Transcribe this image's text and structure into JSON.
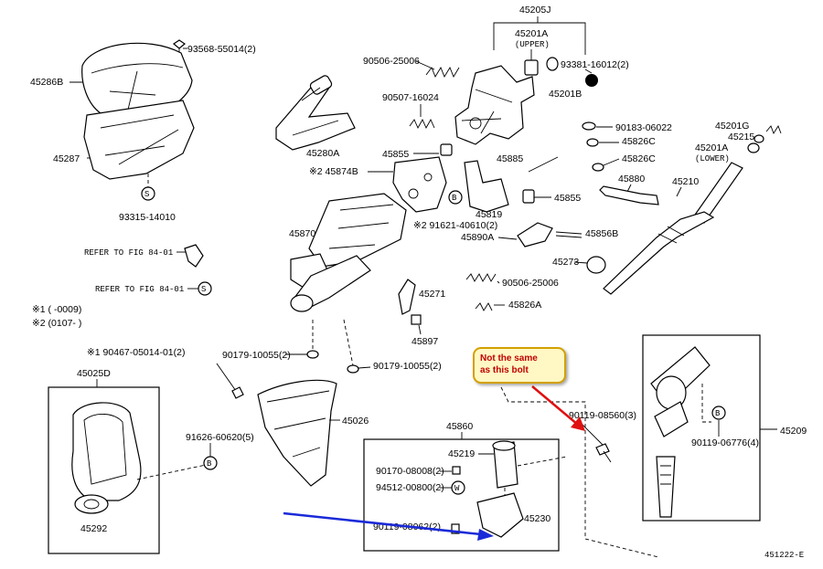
{
  "parts": {
    "p45205J": "45205J",
    "p45201A_upper": "45201A",
    "upper_tag": "(UPPER)",
    "p93381": "93381-16012(2)",
    "p45201B": "45201B",
    "p93568": "93568-55014(2)",
    "p45286B": "45286B",
    "p90506a": "90506-25006",
    "p90507": "90507-16024",
    "p45280A": "45280A",
    "p90183": "90183-06022",
    "p45826C_1": "45826C",
    "p45826C_2": "45826C",
    "p45201G": "45201G",
    "p45215": "45215",
    "p45201A_lower": "45201A",
    "lower_tag": "(LOWER)",
    "p45287": "45287",
    "p45855_1": "45855",
    "p45874B": "※2 45874B",
    "p45885": "45885",
    "p45880": "45880",
    "p45210": "45210",
    "p93315": "93315-14010",
    "p45855_2": "45855",
    "p45819": "45819",
    "p91621": "※2 91621-40610(2)",
    "p45870": "45870",
    "p45890A": "45890A",
    "p45856B": "45856B",
    "ref1": "REFER TO FIG 84-01",
    "ref2": "REFER TO FIG 84-01",
    "p45273": "45273",
    "p45271": "45271",
    "p90506b": "90506-25006",
    "note1": "※1 (      -0009)",
    "note2": "※2 (0107-        )",
    "p45826A": "45826A",
    "p45897": "45897",
    "p90467": "※1 90467-05014-01(2)",
    "p90179a": "90179-10055(2)",
    "p90179b": "90179-10055(2)",
    "p45025D": "45025D",
    "p45026": "45026",
    "p90119_08560": "90119-08560(3)",
    "p91626": "91626-60620(5)",
    "p45860": "45860",
    "p45219": "45219",
    "p90170": "90170-08008(2)",
    "p94512": "94512-00800(2)",
    "p90119_obscured": "90119-08062(2)",
    "p45230": "45230",
    "p45292": "45292",
    "p90119_06776": "90119-06776(4)",
    "p45209": "45209",
    "code": "451222-E",
    "symS": "S",
    "symB": "B",
    "symW": "W"
  },
  "annotation": {
    "text_line1": "Not the same",
    "text_line2": "as this bolt",
    "text_color": "#c00000",
    "box_fill": "#fff8c4",
    "red_arrow_color": "#e01010",
    "blue_arrow_color": "#1a2ad8"
  }
}
